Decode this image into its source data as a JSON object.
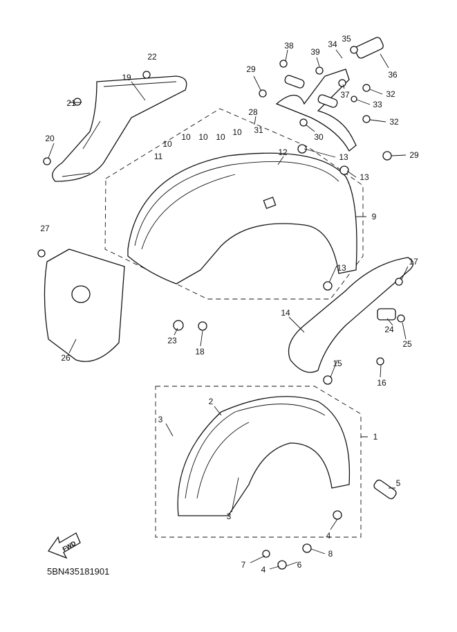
{
  "diagram_code": "5BN435181901",
  "fwd_label": "FWD",
  "callouts": [
    "22",
    "19",
    "21",
    "20",
    "38",
    "39",
    "34",
    "35",
    "36",
    "29",
    "37",
    "32",
    "33",
    "32",
    "28",
    "31",
    "30",
    "10",
    "10",
    "10",
    "10",
    "10",
    "11",
    "12",
    "13",
    "29",
    "13",
    "9",
    "27",
    "13",
    "17",
    "14",
    "24",
    "25",
    "23",
    "18",
    "26",
    "15",
    "16",
    "2",
    "3",
    "1",
    "5",
    "3",
    "4",
    "8",
    "7",
    "6",
    "4"
  ]
}
